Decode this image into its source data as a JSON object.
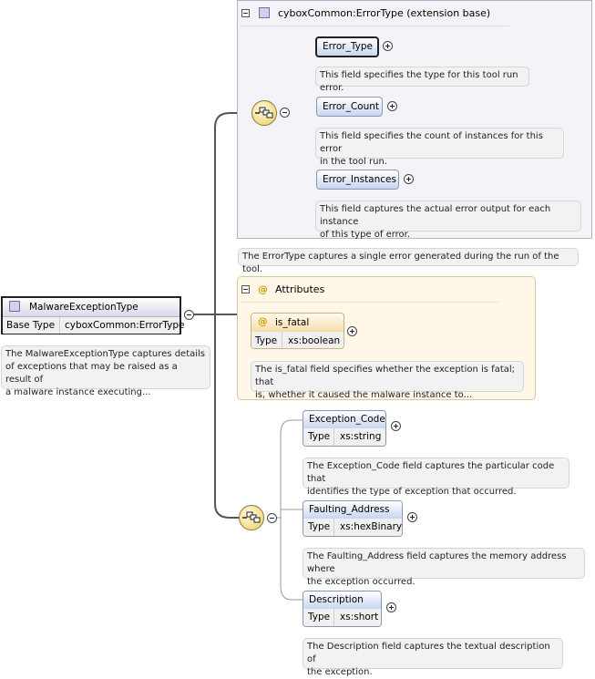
{
  "ext_base": {
    "title": "cyboxCommon:ErrorType (extension base)",
    "description": "The ErrorType captures a single error generated during the run of the tool.",
    "elements": [
      {
        "name": "Error_Type",
        "description": "This field specifies the type for this tool run error."
      },
      {
        "name": "Error_Count",
        "description_lines": [
          "This field specifies the count of instances for this error",
          "in the tool run."
        ]
      },
      {
        "name": "Error_Instances",
        "description_lines": [
          "This field captures the actual error output for each instance",
          "of this type of error."
        ]
      }
    ]
  },
  "main_type": {
    "name": "MalwareExceptionType",
    "base_type_key": "Base Type",
    "base_type_value": "cyboxCommon:ErrorType",
    "description_lines": [
      "The MalwareExceptionType captures details",
      "of exceptions that may be raised as a result of",
      "a malware instance executing..."
    ]
  },
  "attributes": {
    "title": "Attributes",
    "at_symbol": "@",
    "attr": {
      "name": "is_fatal",
      "type_key": "Type",
      "type_value": "xs:boolean",
      "description_lines": [
        "The is_fatal field specifies whether the exception is fatal; that",
        "is, whether it caused the malware instance to..."
      ]
    }
  },
  "sequence": {
    "elements": [
      {
        "name": "Exception_Code",
        "type_key": "Type",
        "type_value": "xs:string",
        "description_lines": [
          "The Exception_Code field captures the particular code that",
          "identifies the type of exception that occurred."
        ]
      },
      {
        "name": "Faulting_Address",
        "type_key": "Type",
        "type_value": "xs:hexBinary",
        "description_lines": [
          "The Faulting_Address field captures the memory address where",
          "the exception occurred."
        ]
      },
      {
        "name": "Description",
        "type_key": "Type",
        "type_value": "xs:short",
        "description_lines": [
          "The Description field captures the textual description of",
          "the exception."
        ]
      }
    ]
  },
  "colors": {
    "connector": "#555555",
    "element_gradient_bottom": "#c9d6ef",
    "attr_panel": "#fff8e8",
    "ext_panel": "#f4f4f8"
  }
}
